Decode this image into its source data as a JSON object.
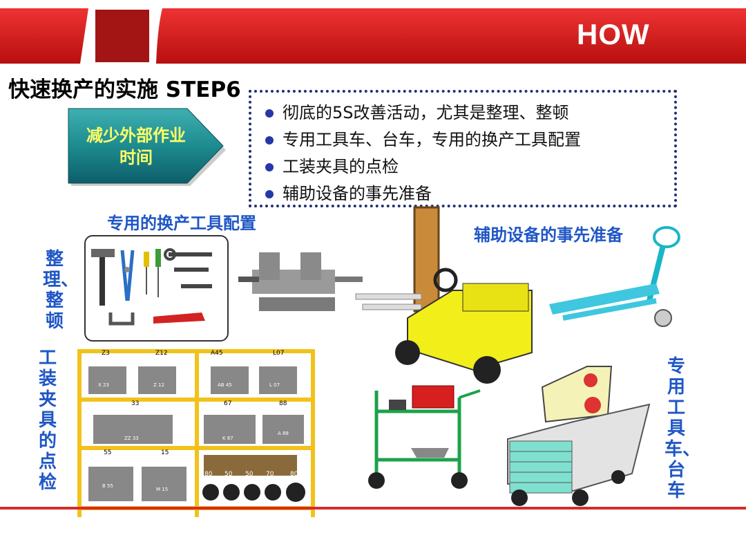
{
  "header": {
    "how_label": "HOW"
  },
  "title": "快速换产的实施 STEP6",
  "arrow_label": {
    "line1": "减少外部作业",
    "line2": "时间"
  },
  "bullets": [
    "彻底的5S改善活动，尤其是整理、整顿",
    "专用工具车、台车，专用的换产工具配置",
    "工装夹具的点检",
    "辅助设备的事先准备"
  ],
  "labels": {
    "tools_config": "专用的换产工具配置",
    "aux_equipment": "辅助设备的事先准备",
    "sort_arrange": "整理、整顿",
    "fixture_check": "工装夹具的点检",
    "tool_cart": "专用工具车、台车"
  },
  "shelf_tags": {
    "row1_top": [
      "Z3",
      "Z12",
      "A45",
      "L07"
    ],
    "row1_sub": [
      "X 23",
      "Z 12",
      "AB 45",
      "L 07"
    ],
    "row2_top": [
      "33",
      "67",
      "88"
    ],
    "row2_sub": [
      "ZZ 33",
      "K 67",
      "A 88"
    ],
    "row3_top": [
      "55",
      "15"
    ],
    "row3_sub": [
      "B 55",
      "M 15"
    ],
    "bins": [
      "80",
      "50",
      "50",
      "70",
      "80"
    ]
  },
  "colors": {
    "banner_red": "#d71f1f",
    "label_blue": "#1f56c6",
    "arrow_teal": "#1d8b8f",
    "arrow_text": "#ffff66",
    "shelf_yellow": "#f2c21a"
  }
}
